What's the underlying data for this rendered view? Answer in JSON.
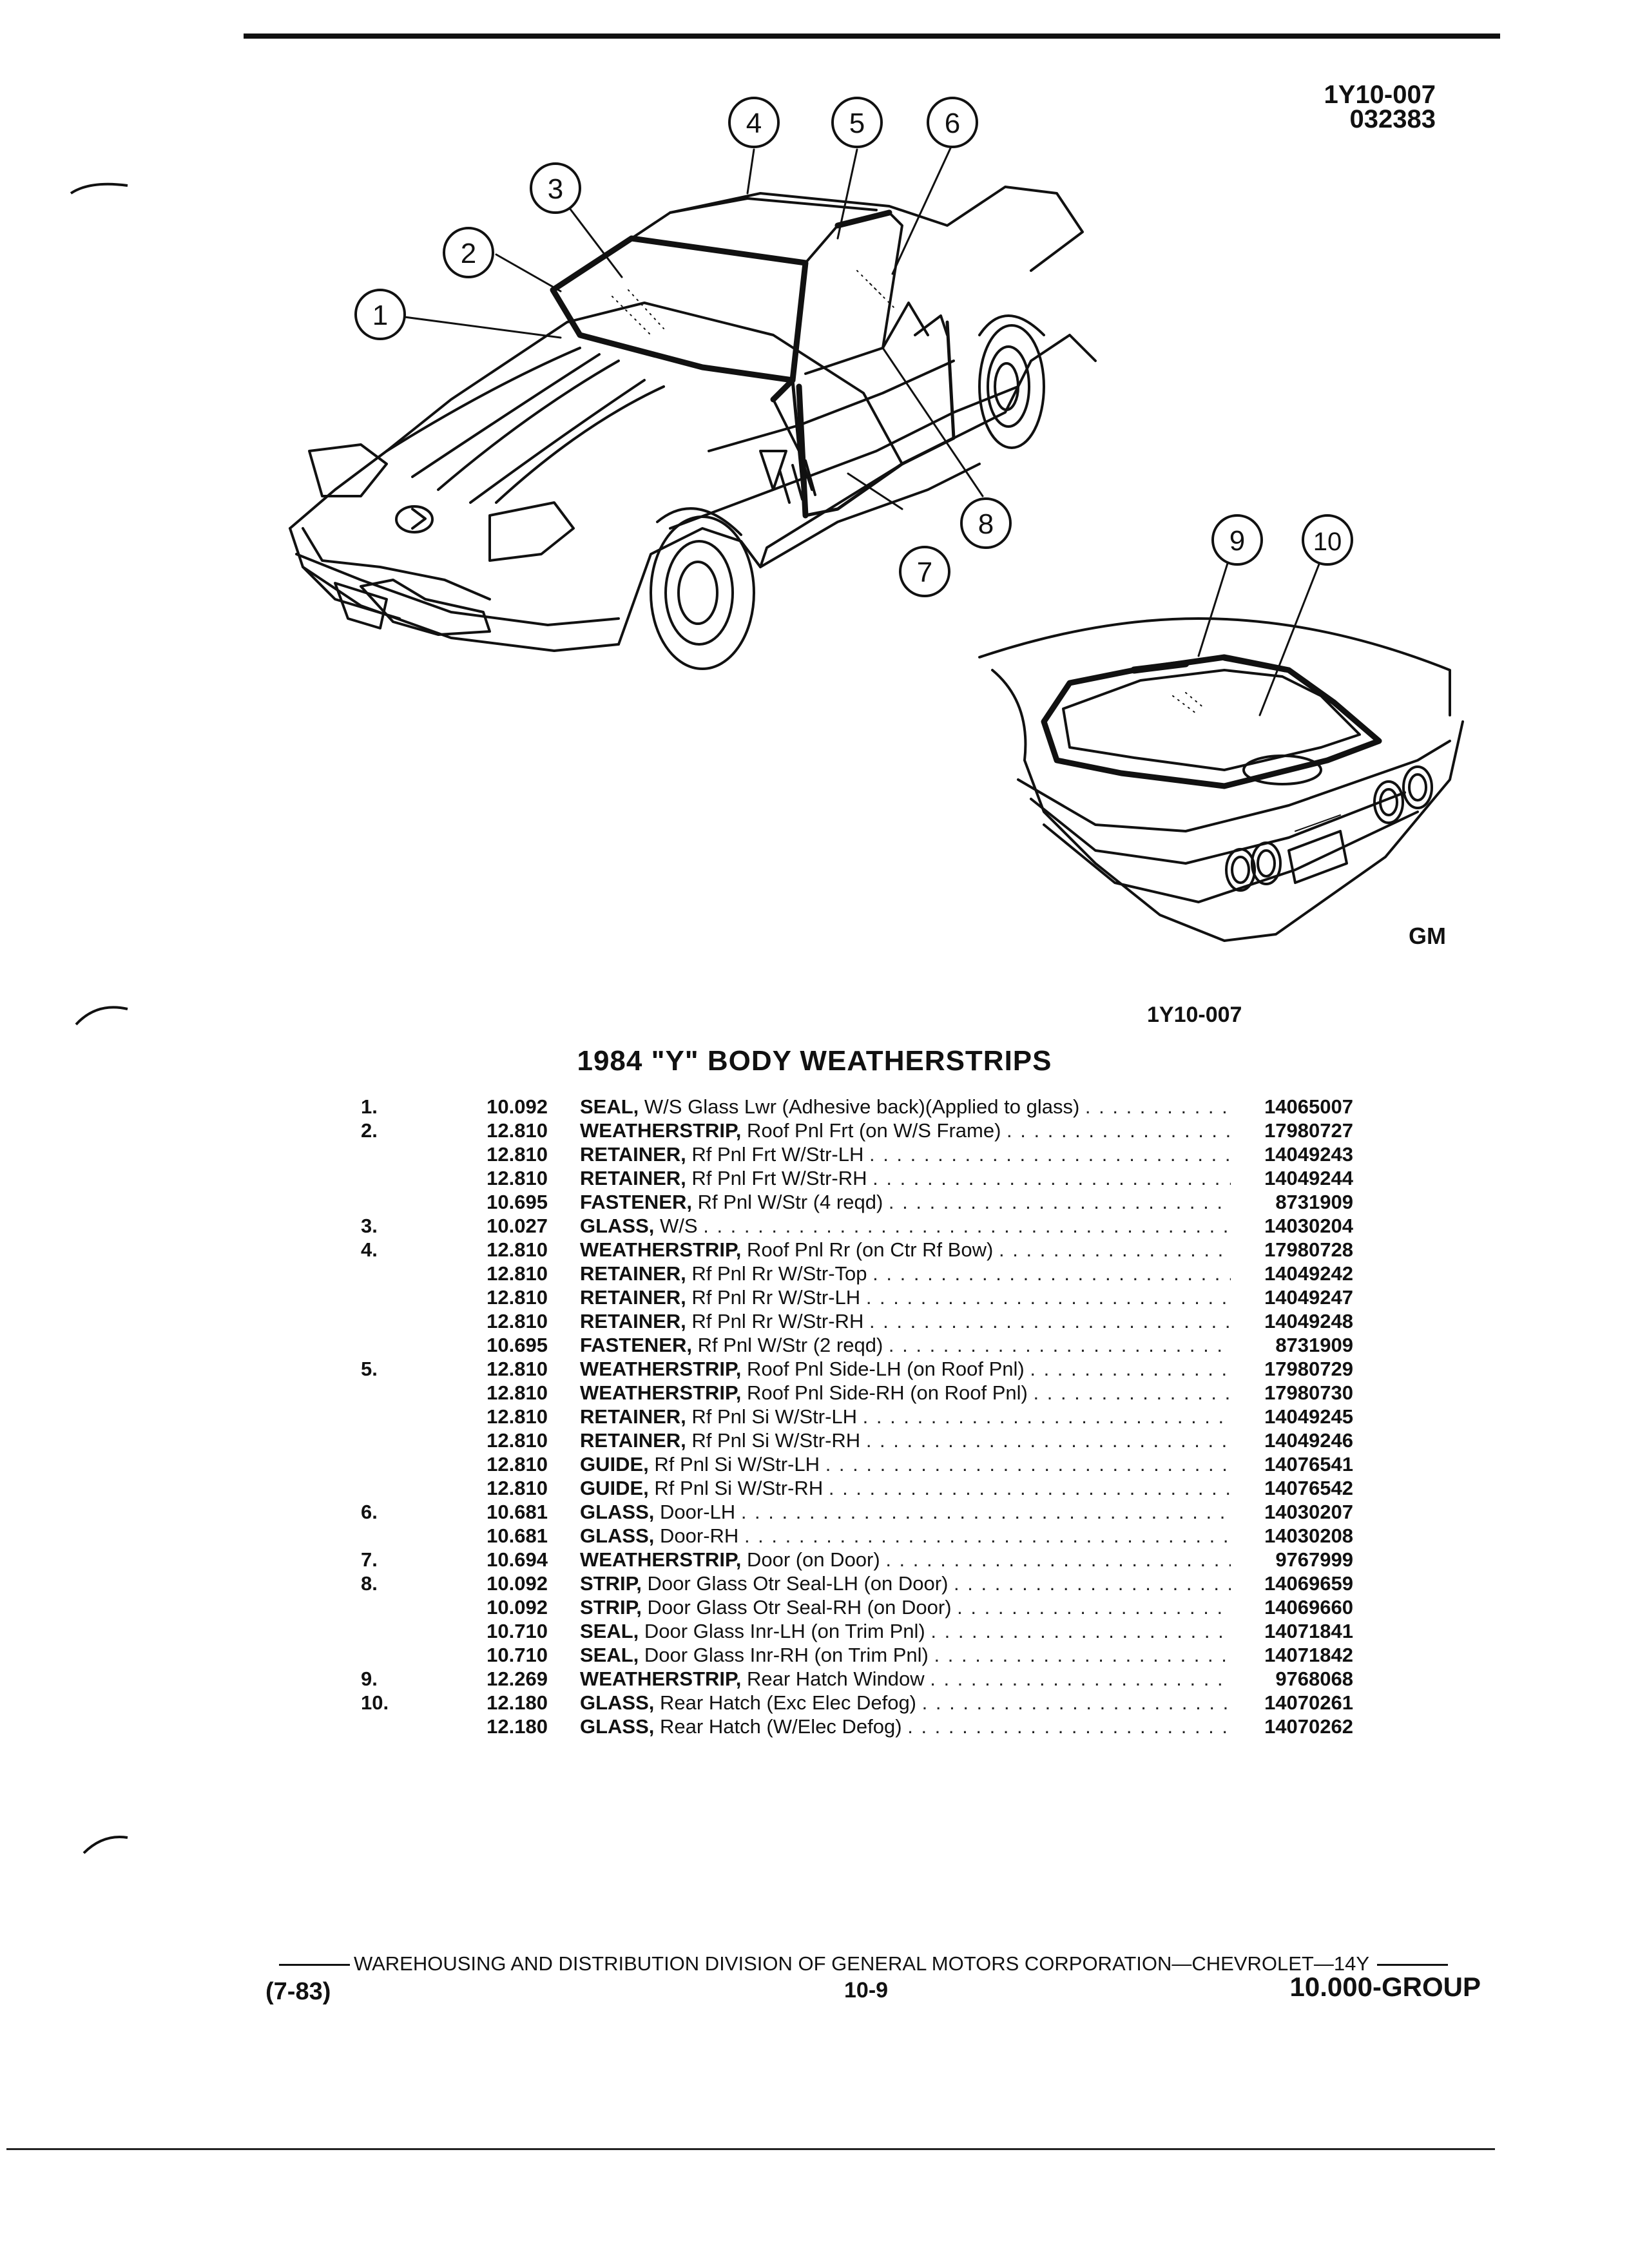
{
  "page": {
    "ref_code": "1Y10-007",
    "ref_date": "032383",
    "figure_caption": "1Y10-007",
    "title": "1984 \"Y\" BODY WEATHERSTRIPS",
    "footer_line": "WAREHOUSING AND DISTRIBUTION DIVISION OF GENERAL MOTORS CORPORATION—CHEVROLET—14Y",
    "footer_date": "(7-83)",
    "footer_page": "10-9",
    "footer_group": "10.000-GROUP",
    "logo_mark": "GM"
  },
  "callouts": [
    "1",
    "2",
    "3",
    "4",
    "5",
    "6",
    "7",
    "8",
    "9",
    "10"
  ],
  "parts": [
    {
      "item": "1.",
      "group": "10.092",
      "name": "SEAL,",
      "desc": "W/S Glass Lwr (Adhesive back)(Applied to glass)",
      "part": "14065007"
    },
    {
      "item": "2.",
      "group": "12.810",
      "name": "WEATHERSTRIP,",
      "desc": "Roof Pnl Frt (on W/S Frame)",
      "part": "17980727"
    },
    {
      "item": "",
      "group": "12.810",
      "name": "RETAINER,",
      "desc": "Rf Pnl Frt W/Str-LH",
      "part": "14049243"
    },
    {
      "item": "",
      "group": "12.810",
      "name": "RETAINER,",
      "desc": "Rf Pnl Frt W/Str-RH",
      "part": "14049244"
    },
    {
      "item": "",
      "group": "10.695",
      "name": "FASTENER,",
      "desc": "Rf Pnl W/Str (4 reqd)",
      "part": "8731909"
    },
    {
      "item": "3.",
      "group": "10.027",
      "name": "GLASS,",
      "desc": "W/S",
      "part": "14030204"
    },
    {
      "item": "4.",
      "group": "12.810",
      "name": "WEATHERSTRIP,",
      "desc": "Roof Pnl Rr (on Ctr Rf Bow)",
      "part": "17980728"
    },
    {
      "item": "",
      "group": "12.810",
      "name": "RETAINER,",
      "desc": "Rf Pnl Rr W/Str-Top",
      "part": "14049242"
    },
    {
      "item": "",
      "group": "12.810",
      "name": "RETAINER,",
      "desc": "Rf Pnl Rr W/Str-LH",
      "part": "14049247"
    },
    {
      "item": "",
      "group": "12.810",
      "name": "RETAINER,",
      "desc": "Rf Pnl Rr W/Str-RH",
      "part": "14049248"
    },
    {
      "item": "",
      "group": "10.695",
      "name": "FASTENER,",
      "desc": "Rf Pnl W/Str (2 reqd)",
      "part": "8731909"
    },
    {
      "item": "5.",
      "group": "12.810",
      "name": "WEATHERSTRIP,",
      "desc": "Roof Pnl Side-LH (on Roof Pnl)",
      "part": "17980729"
    },
    {
      "item": "",
      "group": "12.810",
      "name": "WEATHERSTRIP,",
      "desc": "Roof Pnl Side-RH (on Roof Pnl)",
      "part": "17980730"
    },
    {
      "item": "",
      "group": "12.810",
      "name": "RETAINER,",
      "desc": "Rf Pnl Si W/Str-LH",
      "part": "14049245"
    },
    {
      "item": "",
      "group": "12.810",
      "name": "RETAINER,",
      "desc": "Rf Pnl Si W/Str-RH",
      "part": "14049246"
    },
    {
      "item": "",
      "group": "12.810",
      "name": "GUIDE,",
      "desc": "Rf Pnl Si W/Str-LH",
      "part": "14076541"
    },
    {
      "item": "",
      "group": "12.810",
      "name": "GUIDE,",
      "desc": "Rf Pnl Si W/Str-RH",
      "part": "14076542"
    },
    {
      "item": "6.",
      "group": "10.681",
      "name": "GLASS,",
      "desc": "Door-LH",
      "part": "14030207"
    },
    {
      "item": "",
      "group": "10.681",
      "name": "GLASS,",
      "desc": "Door-RH",
      "part": "14030208"
    },
    {
      "item": "7.",
      "group": "10.694",
      "name": "WEATHERSTRIP,",
      "desc": "Door (on Door)",
      "part": "9767999"
    },
    {
      "item": "8.",
      "group": "10.092",
      "name": "STRIP,",
      "desc": "Door Glass Otr Seal-LH (on Door)",
      "part": "14069659"
    },
    {
      "item": "",
      "group": "10.092",
      "name": "STRIP,",
      "desc": "Door Glass Otr Seal-RH (on Door)",
      "part": "14069660"
    },
    {
      "item": "",
      "group": "10.710",
      "name": "SEAL,",
      "desc": "Door Glass Inr-LH (on Trim Pnl)",
      "part": "14071841"
    },
    {
      "item": "",
      "group": "10.710",
      "name": "SEAL,",
      "desc": "Door Glass Inr-RH (on Trim Pnl)",
      "part": "14071842"
    },
    {
      "item": "9.",
      "group": "12.269",
      "name": "WEATHERSTRIP,",
      "desc": "Rear Hatch Window",
      "part": "9768068"
    },
    {
      "item": "10.",
      "group": "12.180",
      "name": "GLASS,",
      "desc": "Rear Hatch (Exc Elec Defog)",
      "part": "14070261"
    },
    {
      "item": "",
      "group": "12.180",
      "name": "GLASS,",
      "desc": "Rear Hatch (W/Elec Defog)",
      "part": "14070262"
    }
  ]
}
